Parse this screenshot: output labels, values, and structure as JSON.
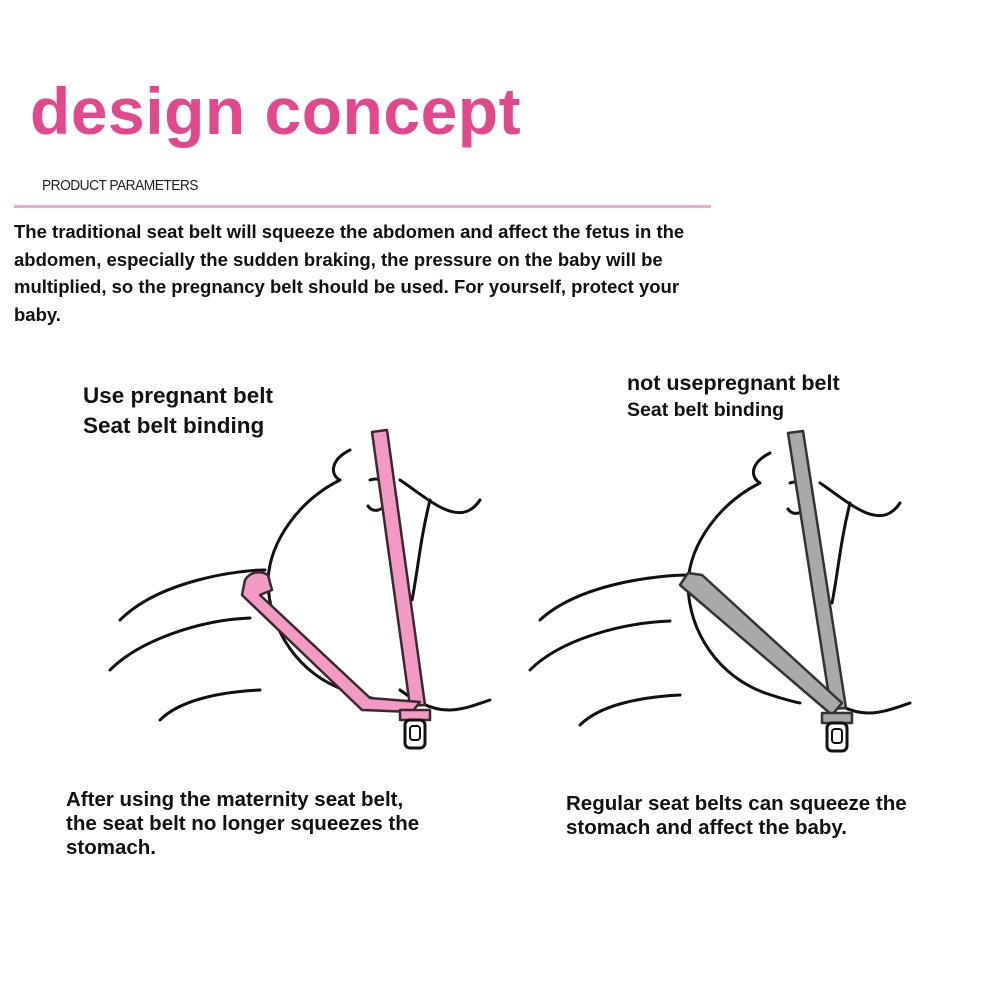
{
  "header": {
    "title": "design concept",
    "subtitle": "PRODUCT PARAMETERS"
  },
  "intro": "The traditional seat belt will squeeze the abdomen and affect the fetus in the abdomen, especially the sudden braking, the pressure on the baby will be multiplied, so the pregnancy belt should be used. For yourself, protect your baby.",
  "left_panel": {
    "label_line1": "Use pregnant belt",
    "label_line2": "Seat belt binding",
    "caption": "After using the maternity seat belt, the seat belt no longer squeezes the stomach."
  },
  "right_panel": {
    "label_line1": "not usepregnant belt",
    "label_line2": "Seat belt binding",
    "caption": "Regular seat belts can squeeze the stomach and affect the baby."
  },
  "colors": {
    "accent_pink": "#e2498d",
    "rule_pink": "#f0a9c8",
    "belt_pink": "#f29ac3",
    "belt_gray": "#a9a9a9",
    "outline": "#111111"
  }
}
